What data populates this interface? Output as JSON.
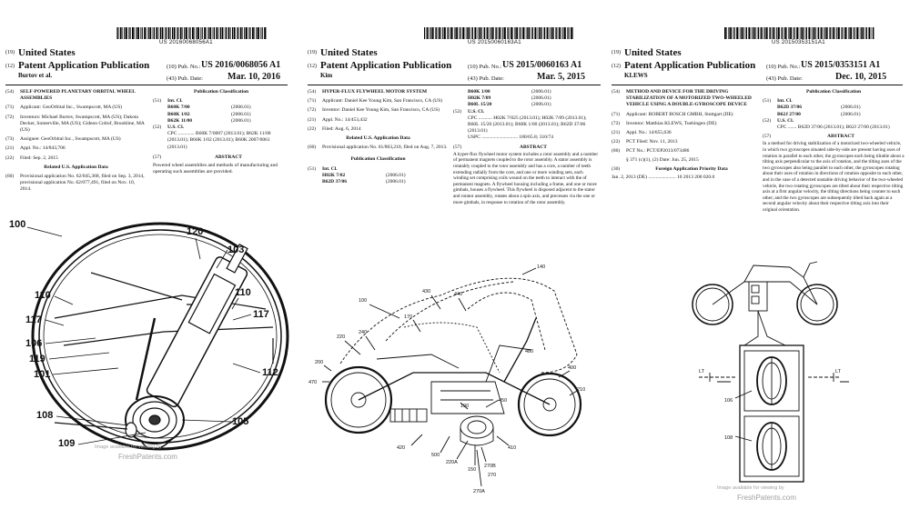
{
  "p1": {
    "barcode_number": "US 20160068056A1",
    "country_code": "(19)",
    "country": "United States",
    "pub_code": "(12)",
    "pub_type": "Patent Application Publication",
    "inventor_short": "Burtov et al.",
    "pub_no_code": "(10)",
    "pub_no_label": "Pub. No.:",
    "pub_no": "US 2016/0068056 A1",
    "pub_date_code": "(43)",
    "pub_date_label": "Pub. Date:",
    "pub_date": "Mar. 10, 2016",
    "left": [
      {
        "code": "(54)",
        "text": "SELF-POWERED PLANETARY ORBITAL WHEEL ASSEMBLIES"
      },
      {
        "code": "(71)",
        "text": "Applicant: GeoOrbital Inc., Swampscott, MA (US)"
      },
      {
        "code": "(72)",
        "text": "Inventors: Michael Burtov, Swampscott, MA (US); Dakota Decker, Somerville, MA (US); Gideon Coltof, Brookline, MA (US)"
      },
      {
        "code": "(73)",
        "text": "Assignee: GeoOrbital Inc., Swampscott, MA (US)"
      },
      {
        "code": "(21)",
        "text": "Appl. No.: 14/843,706"
      },
      {
        "code": "(22)",
        "text": "Filed: Sep. 2, 2015"
      }
    ],
    "related_title": "Related U.S. Application Data",
    "related": {
      "code": "(60)",
      "text": "Provisional application No. 62/045,368, filed on Sep. 3, 2014, provisional application No. 62/077,491, filed on Nov. 10, 2014."
    },
    "class_title": "Publication Classification",
    "class_int_code": "(51)",
    "class_int_label": "Int. Cl.",
    "class_int": [
      {
        "code": "B60K 7/00",
        "year": "(2006.01)"
      },
      {
        "code": "B60K 1/02",
        "year": "(2006.01)"
      },
      {
        "code": "B62K 11/00",
        "year": "(2006.01)"
      }
    ],
    "class_us_code": "(52)",
    "class_us_label": "U.S. Cl.",
    "cpc": "CPC ............. B60K 7/0007 (2013.01); B62K 11/00 (2013.01); B60K 1/02 (2013.01); B60K 2007/0061 (2013.01)",
    "abstract_code": "(57)",
    "abstract_title": "ABSTRACT",
    "abstract": "Powered wheel assemblies and methods of manufacturing and operating such assemblies are provided.",
    "fig_labels": [
      "100",
      "120",
      "103",
      "110",
      "110",
      "117",
      "117",
      "106",
      "119",
      "101",
      "112",
      "108",
      "105",
      "109"
    ],
    "watermark": "FreshPatents.com",
    "watermark_small": "Image available for viewing by"
  },
  "p2": {
    "barcode_number": "US 20150060163A1",
    "country_code": "(19)",
    "country": "United States",
    "pub_code": "(12)",
    "pub_type": "Patent Application Publication",
    "inventor_short": "Kim",
    "pub_no_code": "(10)",
    "pub_no_label": "Pub. No.:",
    "pub_no": "US 2015/0060163 A1",
    "pub_date_code": "(43)",
    "pub_date_label": "Pub. Date:",
    "pub_date": "Mar. 5, 2015",
    "left": [
      {
        "code": "(54)",
        "text": "HYPER-FLUX FLYWHEEL MOTOR SYSTEM"
      },
      {
        "code": "(71)",
        "text": "Applicant: Daniel Kee Young Kim, San Francisco, CA (US)"
      },
      {
        "code": "(72)",
        "text": "Inventor: Daniel Kee Young Kim, San Francisco, CA (US)"
      },
      {
        "code": "(21)",
        "text": "Appl. No.: 14/453,432"
      },
      {
        "code": "(22)",
        "text": "Filed: Aug. 6, 2014"
      }
    ],
    "related_title": "Related U.S. Application Data",
    "related": {
      "code": "(60)",
      "text": "Provisional application No. 61/863,210, filed on Aug. 7, 2013."
    },
    "class_title": "Publication Classification",
    "class_int_code": "(51)",
    "class_int_label": "Int. Cl.",
    "class_int": [
      {
        "code": "H02K 7/02",
        "year": "(2006.01)"
      },
      {
        "code": "B62D 37/06",
        "year": "(2006.01)"
      }
    ],
    "right_class": [
      {
        "code": "B60K 1/00",
        "year": "(2006.01)"
      },
      {
        "code": "H02K 7/09",
        "year": "(2006.01)"
      },
      {
        "code": "B60L 15/20",
        "year": "(2006.01)"
      }
    ],
    "class_us_code": "(52)",
    "class_us_label": "U.S. Cl.",
    "cpc": "CPC ........... H02K 7/025 (2013.01); H02K 7/09 (2013.01); B60L 15/20 (2013.01); B60K 1/00 (2013.01); B62D 37/06 (2013.01)",
    "uspc": "USPC ............................. 180/65.8; 310/74",
    "abstract_code": "(57)",
    "abstract_title": "ABSTRACT",
    "abstract": "A hyper-flux flywheel motor system includes a rotor assembly and a number of permanent magnets coupled to the rotor assembly. A stator assembly is rotatably coupled to the rotor assembly and has a core, a number of teeth extending radially from the core, and one or more winding sets, each winding set comprising coils wound on the teeth to interact with the of permanent magnets. A flywheel housing including a frame, and one or more gimbals, houses a flywheel. This flywheel is disposed adjacent to the stator and rotator assembly, rotates about a spin axis, and precesses via the one or more gimbals, in response to rotation of the rotor assembly.",
    "fig_labels": [
      "140",
      "100",
      "430",
      "440",
      "170",
      "220",
      "240",
      "200",
      "470",
      "190",
      "450",
      "400",
      "480",
      "210",
      "420",
      "500",
      "220A",
      "150",
      "270B",
      "270",
      "410",
      "270A"
    ]
  },
  "p3": {
    "barcode_number": "US 20150353151A1",
    "country_code": "(19)",
    "country": "United States",
    "pub_code": "(12)",
    "pub_type": "Patent Application Publication",
    "inventor_short": "KLEWS",
    "pub_no_code": "(10)",
    "pub_no_label": "Pub. No.:",
    "pub_no": "US 2015/0353151 A1",
    "pub_date_code": "(43)",
    "pub_date_label": "Pub. Date:",
    "pub_date": "Dec. 10, 2015",
    "left": [
      {
        "code": "(54)",
        "text": "METHOD AND DEVICE FOR THE DRIVING STABILIZATION OF A MOTORIZED TWO-WHEELED VEHICLE USING A DOUBLE-GYROSCOPE DEVICE"
      },
      {
        "code": "(71)",
        "text": "Applicant: ROBERT BOSCH GMBH, Stuttgart (DE)"
      },
      {
        "code": "(72)",
        "text": "Inventor: Matthias KLEWS, Tuebingen (DE)"
      },
      {
        "code": "(21)",
        "text": "Appl. No.: 14/655,636"
      },
      {
        "code": "(22)",
        "text": "PCT Filed: Nov. 11, 2013"
      },
      {
        "code": "(86)",
        "text": "PCT No.: PCT/EP2013/073486"
      },
      {
        "code": "",
        "text": "§ 371 (c)(1), (2) Date: Jun. 25, 2015"
      }
    ],
    "priority_code": "(30)",
    "priority_title": "Foreign Application Priority Data",
    "priority": "Jan. 2, 2013 (DE) ...................... 10 2013 200 020.0",
    "class_title": "Publication Classification",
    "class_int_code": "(51)",
    "class_int_label": "Int. Cl.",
    "class_int": [
      {
        "code": "B62D 37/06",
        "year": "(2006.01)"
      },
      {
        "code": "B62J 27/00",
        "year": "(2006.01)"
      }
    ],
    "class_us_code": "(52)",
    "class_us_label": "U.S. Cl.",
    "cpc": "CPC ....... B62D 37/06 (2013.01); B62J 27/00 (2013.01)",
    "abstract_code": "(57)",
    "abstract_title": "ABSTRACT",
    "abstract": "In a method for driving stabilization of a motorized two-wheeled vehicle, in which two gyroscopes situated side-by-side are present having axes of rotation in parallel to each other, the gyroscopes each being tiltable about a tilting axis perpendicular to the axis of rotation, and the tilting axes of the two gyroscopes also being parallel to each other, the gyroscopes rotating about their axes of rotation in directions of rotation opposite to each other, and in the case of a detected unstable driving behavior of the two-wheeled vehicle, the two rotating gyroscopes are tilted about their respective tilting axis at a first angular velocity, the tilting directions being counter to each other; and the two gyroscopes are subsequently tilted back again at a second angular velocity about their respective tilting axis into their original orientation.",
    "fig_labels": [
      "LT",
      "LT",
      "106",
      "108"
    ],
    "watermark": "FreshPatents.com",
    "watermark_small": "Image available for viewing by"
  }
}
